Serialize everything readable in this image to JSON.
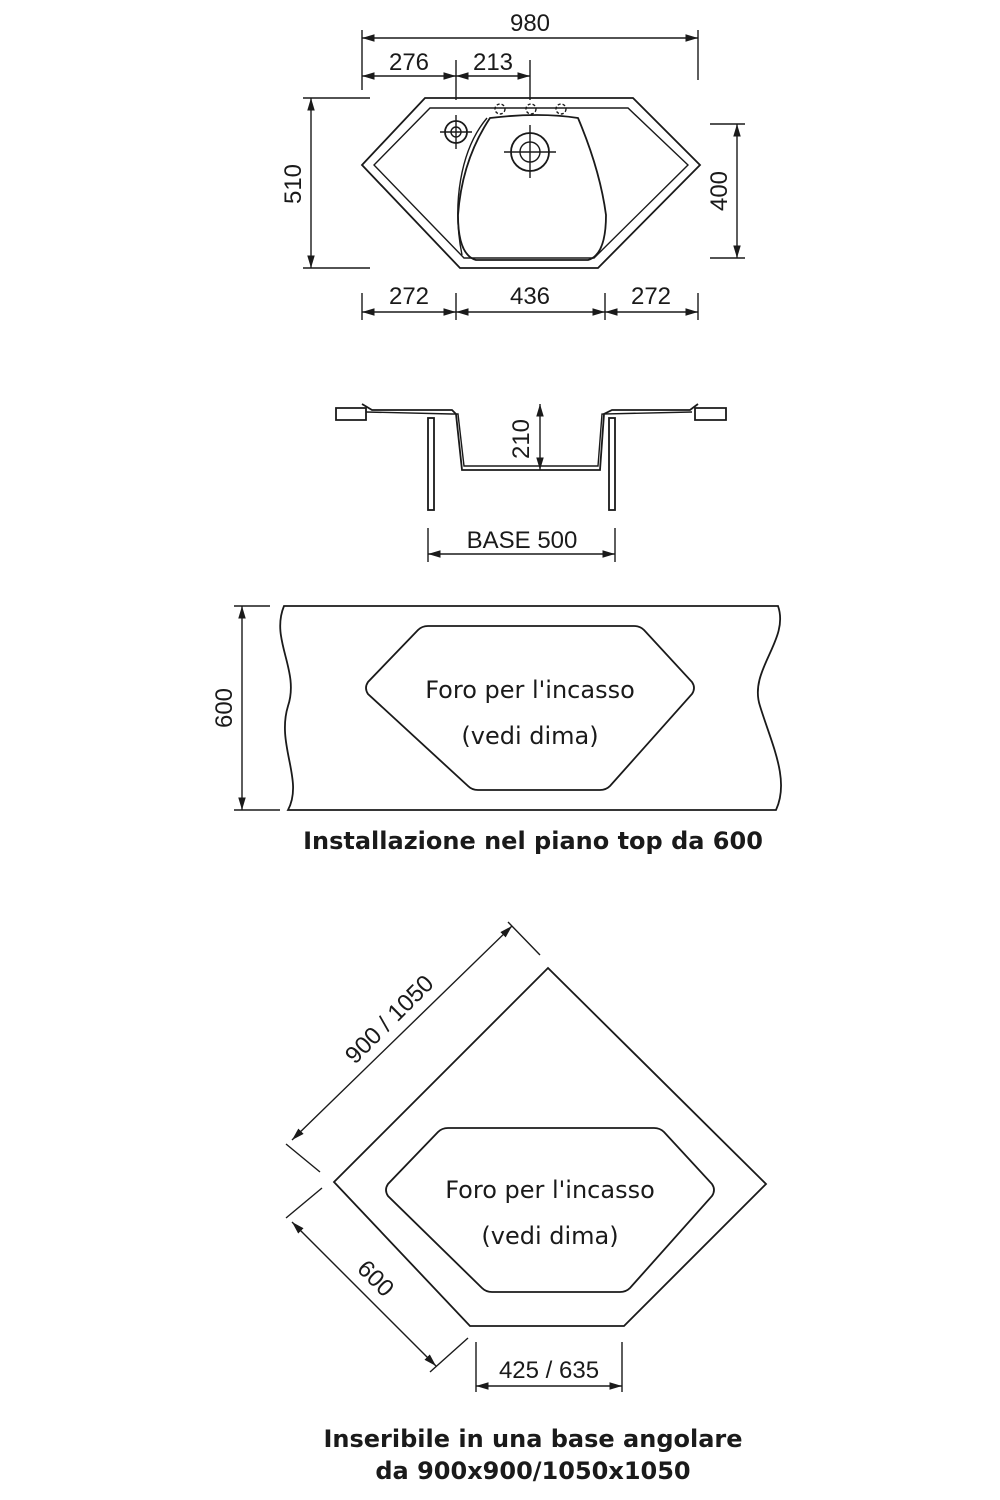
{
  "top_view": {
    "width_total": "980",
    "offset_left": "276",
    "offset_tap": "213",
    "height_total": "510",
    "height_bowl": "400",
    "bottom_left": "272",
    "bottom_middle": "436",
    "bottom_right": "272"
  },
  "section_view": {
    "depth": "210",
    "base": "BASE 500"
  },
  "install_600": {
    "height": "600",
    "hole_line1": "Foro per l'incasso",
    "hole_line2": "(vedi dima)",
    "caption": "Installazione nel piano top da 600"
  },
  "corner_install": {
    "side_long": "900 / 1050",
    "side_short": "600",
    "bottom_width": "425 / 635",
    "hole_line1": "Foro per l'incasso",
    "hole_line2": "(vedi dima)",
    "caption_line1": "Inseribile in una base angolare",
    "caption_line2": "da 900x900/1050x1050"
  }
}
